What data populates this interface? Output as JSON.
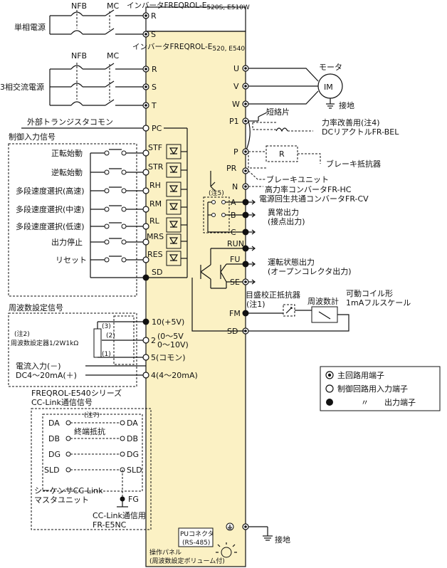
{
  "top": {
    "single_phase_source": "単相電源",
    "three_phase_source": "3相交流電源",
    "nfb": "NFB",
    "mc": "MC",
    "inverter_single": "インバータFREQROL-E",
    "inverter_single_sub": "520S, E510W",
    "inverter_three": "インバータFREQROL-E",
    "inverter_three_sub": "520, E540"
  },
  "terminals_left": {
    "R1": "R",
    "S1": "S",
    "R": "R",
    "S": "S",
    "T": "T",
    "PC": "PC",
    "STF": "STF",
    "STR": "STR",
    "RH": "RH",
    "RM": "RM",
    "RL": "RL",
    "MRS": "MRS",
    "RES": "RES",
    "SD": "SD",
    "t10": "10(+5V)",
    "t2a": "2",
    "t2b": "(0～5V",
    "t2c": "0～10V)",
    "t5": "5(コモン)",
    "t4": "4(4～20mA)"
  },
  "terminals_right": {
    "U": "U",
    "V": "V",
    "W": "W",
    "P1": "P1",
    "P": "P",
    "PR": "PR",
    "N": "N",
    "A": "A",
    "B": "B",
    "C": "C",
    "RUN": "RUN",
    "FU": "FU",
    "SE": "SE",
    "FM": "FM",
    "SD": "SD"
  },
  "labels": {
    "ext_transistor_common": "外部トランジスタコモン",
    "control_input": "制御入力信号",
    "fwd": "正転始動",
    "rev": "逆転始動",
    "ms_high": "多段速度選択(高速)",
    "ms_mid": "多段速度選択(中速)",
    "ms_low": "多段速度選択(低速)",
    "out_stop": "出力停止",
    "reset": "リセット",
    "freq_signal": "周波数設定信号",
    "note2": "(注2)",
    "freq_pot": "周波数設定器1/2W1kΩ",
    "pot3": "(3)",
    "pot2": "(2)",
    "pot1": "(1)",
    "cur_in1": "電流入力(－)",
    "cur_in2": "DC4～20mA(＋)",
    "motor": "モータ",
    "im": "IM",
    "ground": "接地",
    "short_piece": "短絡片",
    "pf_improve": "力率改善用(注4)",
    "dc_reactor": "DCリアクトルFR-BEL",
    "r": "R",
    "brake_resistor": "ブレーキ抵抗器",
    "brake_unit": "ブレーキユニット",
    "hc_conv": "高力率コンバータFR-HC",
    "cv_conv": "電源回生共通コンバータFR-CV",
    "note5": "(注5)",
    "abnormal1": "異常出力",
    "abnormal2": "(接点出力)",
    "running1": "運転状態出力",
    "running2": "(オープンコレクタ出力)",
    "cal_resistor": "目盛校正抵抗器",
    "note1": "(注1)",
    "freq_meter": "周波数計",
    "coil1": "可動コイル形",
    "coil2": "1mAフルスケール",
    "ground2": "接地"
  },
  "cclink": {
    "series": "FREQROL-E540シリーズ",
    "signal": "CC-Link通信信号",
    "note7": "(注7)",
    "terminator": "終端抵抗",
    "pins_left": [
      "DA",
      "DB",
      "DG",
      "SLD"
    ],
    "pins_right": [
      "DA",
      "DB",
      "DG",
      "SLD",
      "FG"
    ],
    "master1": "シーケンサCC-Link",
    "master2": "マスタユニット",
    "option1": "CC-Link通信用",
    "option2": "FR-E5NC"
  },
  "legend": {
    "main": "主回路用端子",
    "ctrl_in": "制御回路用入力端子",
    "ditto": "〃",
    "out": "出力端子"
  },
  "panel": {
    "pu1": "PUコネクタ",
    "pu2": "(RS-485)",
    "op1": "操作パネル",
    "op2": "(周波数設定ボリューム付)"
  }
}
